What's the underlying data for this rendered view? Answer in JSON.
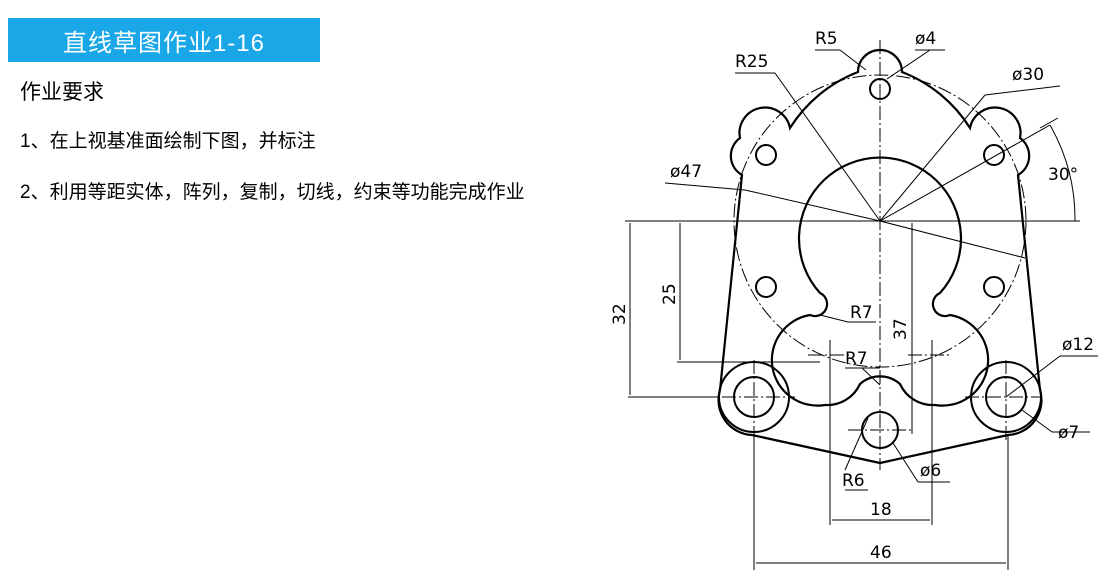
{
  "header": {
    "title": "直线草图作业1-16",
    "accent_color": "#1aa7e8"
  },
  "requirements": {
    "heading": "作业要求",
    "items": [
      "1、在上视基准面绘制下图，并标注",
      "2、利用等距实体，阵列，复制，切线，约束等功能完成作业"
    ]
  },
  "drawing": {
    "dimensions": {
      "r5": "R5",
      "d4": "ø4",
      "r25": "R25",
      "d30": "ø30",
      "d47": "ø47",
      "a30": "30°",
      "h25": "25",
      "h32": "32",
      "h37": "37",
      "r7a": "R7",
      "r7b": "R7",
      "d12": "ø12",
      "d7": "ø7",
      "r6": "R6",
      "d6": "ø6",
      "w18": "18",
      "w46": "46"
    }
  }
}
